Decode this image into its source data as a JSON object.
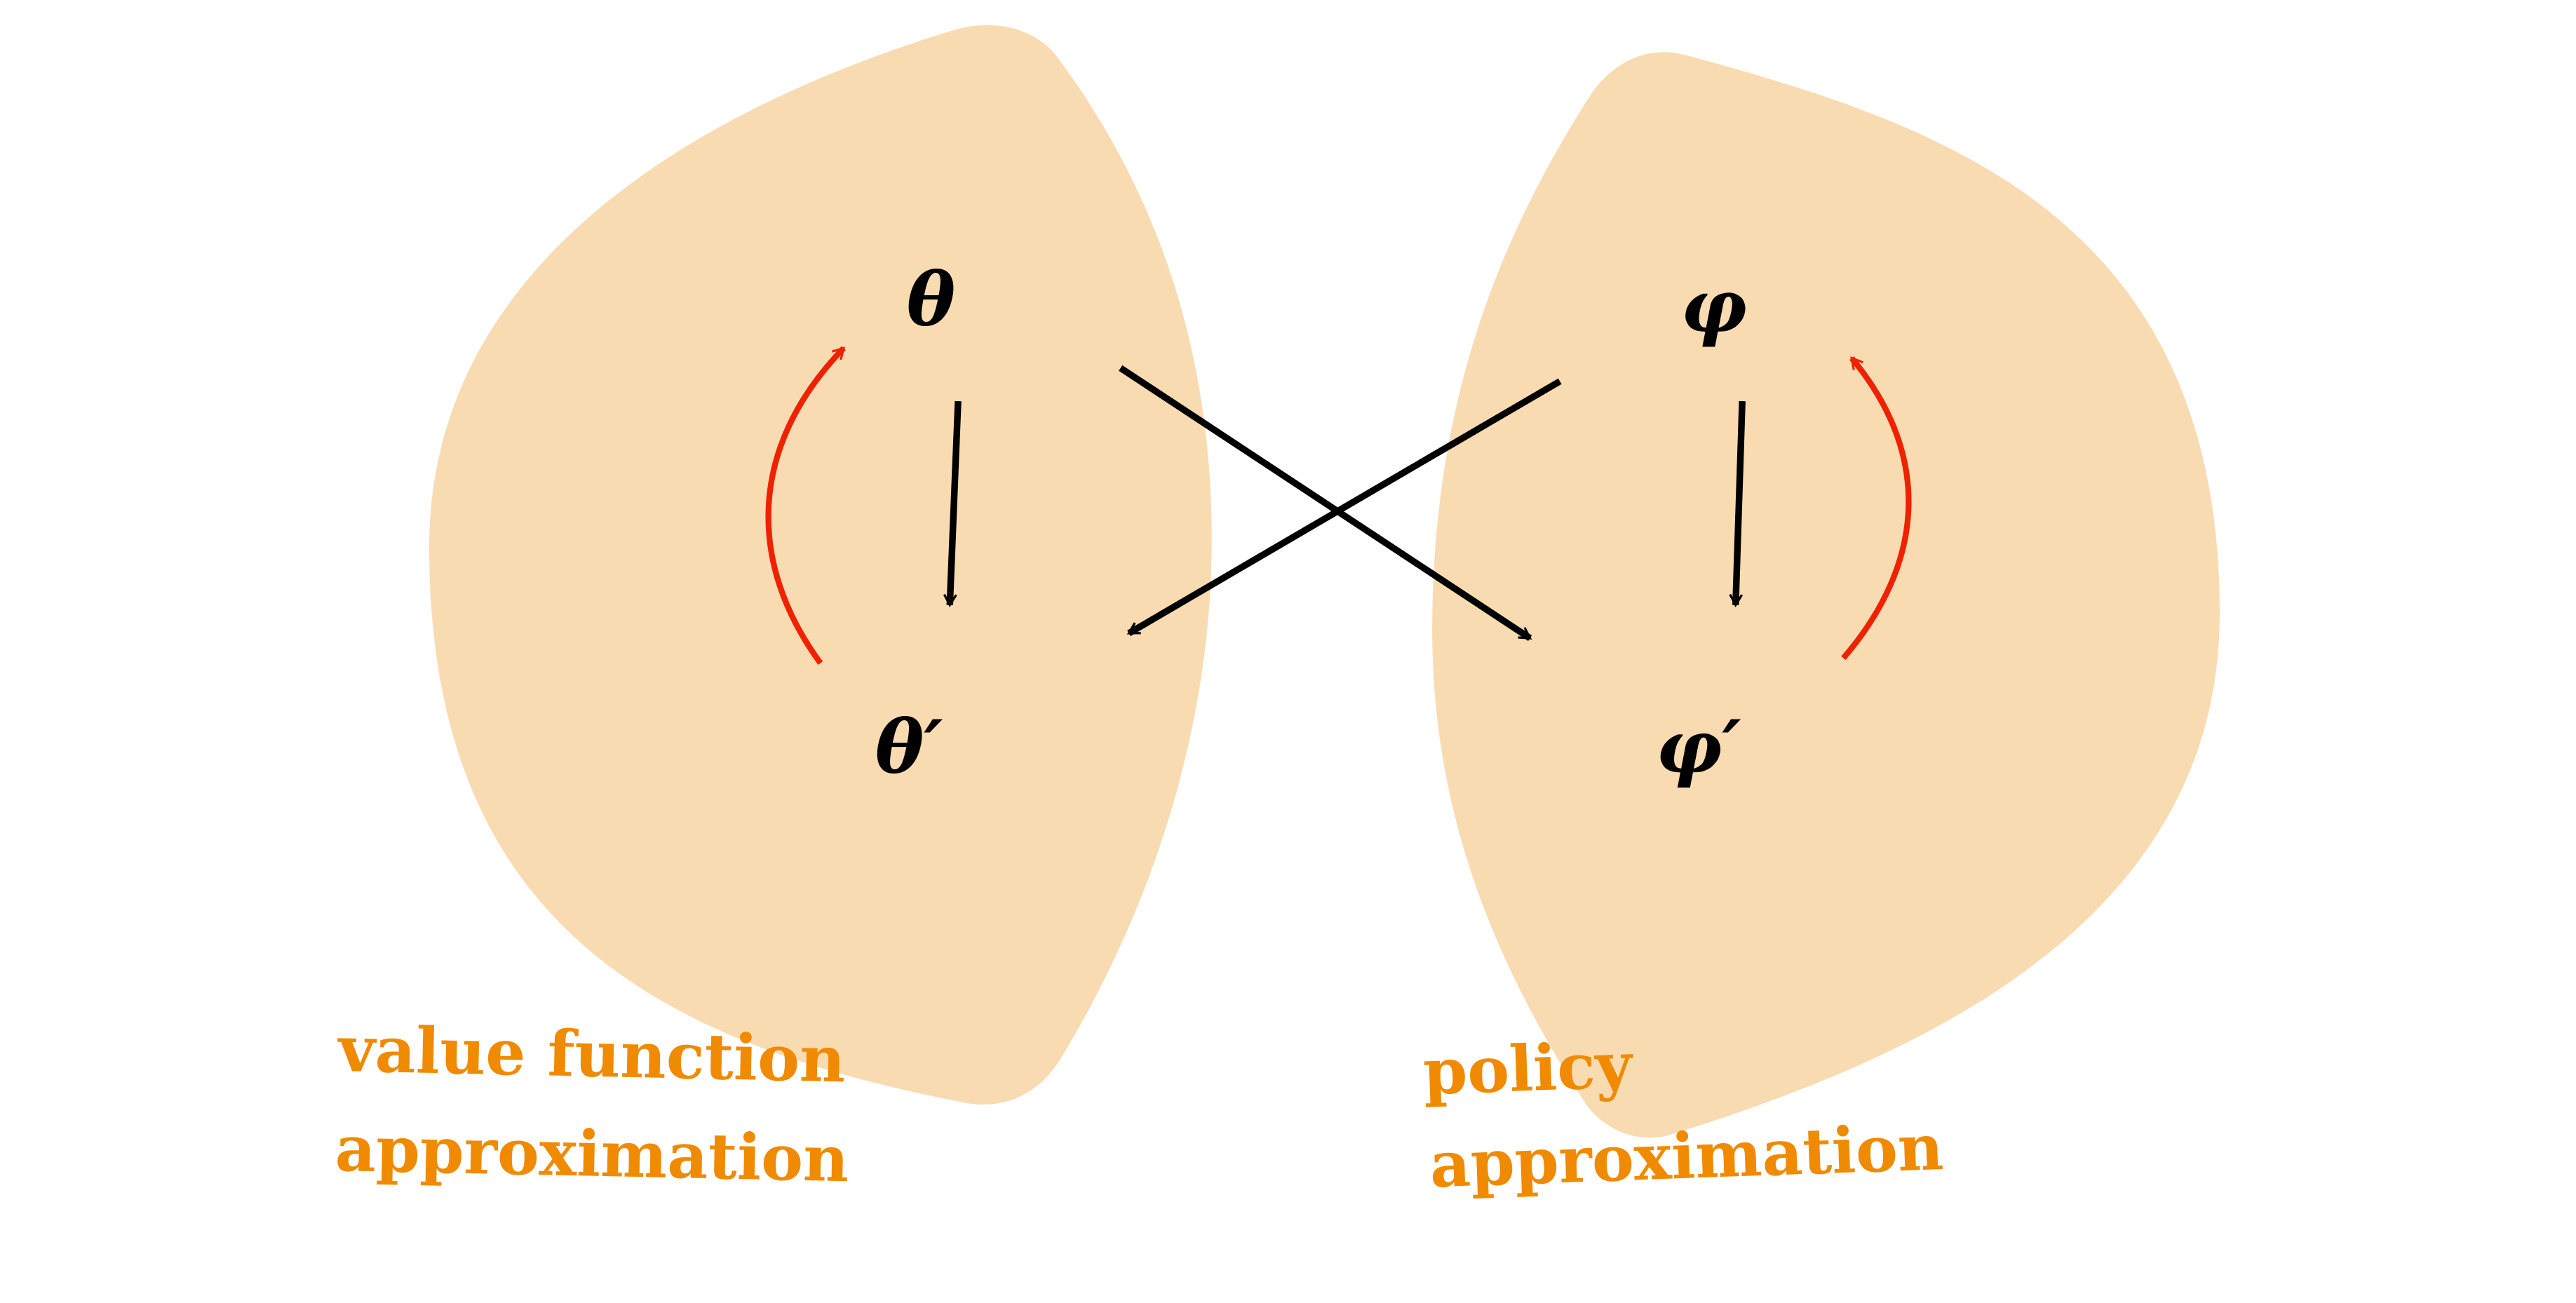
{
  "colors": {
    "region": "#f9dbb2",
    "label": "#f08a00",
    "update_arrow": "#ee2200",
    "arrow": "#000000"
  },
  "nodes": {
    "theta": "θ",
    "theta_prime": "θ′",
    "phi": "φ",
    "phi_prime": "φ′"
  },
  "labels": {
    "value_line1": "value function",
    "value_line2": "approximation",
    "policy_line1": "policy",
    "policy_line2": "approximation"
  }
}
